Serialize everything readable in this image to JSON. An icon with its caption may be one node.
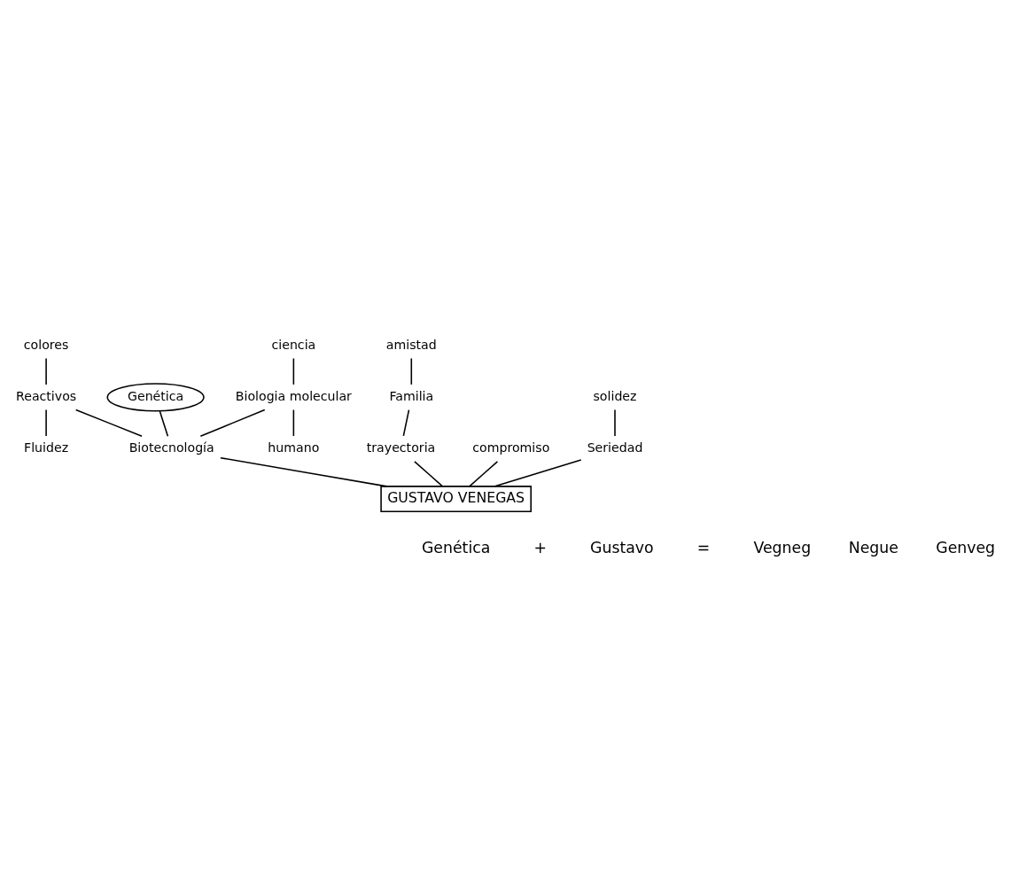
{
  "diagram": {
    "nodes": [
      {
        "text": [
          "colores"
        ]
      },
      {
        "text": [
          "Reactivos"
        ]
      },
      {
        "text": [
          "Fluidez"
        ]
      },
      {
        "text": [
          "Genética"
        ]
      },
      {
        "text": [
          "ciencia"
        ]
      },
      {
        "text": [
          "Biologia molecular"
        ]
      },
      {
        "text": [
          "humano"
        ]
      },
      {
        "text": [
          "amistad"
        ]
      },
      {
        "text": [
          "Biotecnología"
        ]
      },
      {
        "text": [
          "Familia"
        ]
      },
      {
        "text": [
          "trayectoria"
        ]
      },
      {
        "text": [
          "GUSTAVO VENEGAS"
        ]
      },
      {
        "text": [
          "solidez"
        ]
      },
      {
        "text": [
          "Seriedad"
        ]
      },
      {
        "text": [
          "compromiso"
        ]
      }
    ],
    "edges": [
      {
        "from": 0,
        "to": 1,
        "arrow": "none"
      },
      {
        "from": 1,
        "to": 2,
        "arrow": "none"
      },
      {
        "from": 1,
        "to": 8,
        "arrow": "none"
      },
      {
        "from": 3,
        "to": 8,
        "arrow": "none"
      },
      {
        "from": 4,
        "to": 5,
        "arrow": "none"
      },
      {
        "from": 5,
        "to": 8,
        "arrow": "none"
      },
      {
        "from": 5,
        "to": 6,
        "arrow": "none"
      },
      {
        "from": 7,
        "to": 9,
        "arrow": "none"
      },
      {
        "from": 9,
        "to": 10,
        "arrow": "none"
      },
      {
        "from": 10,
        "to": 11,
        "arrow": "none"
      },
      {
        "from": 8,
        "to": 11,
        "arrow": "none"
      },
      {
        "from": 12,
        "to": 13,
        "arrow": "none"
      },
      {
        "from": 13,
        "to": 11,
        "arrow": "none"
      },
      {
        "from": 14,
        "to": 11,
        "arrow": "none"
      }
    ],
    "labels": [
      "Genética",
      "+",
      "Gustavo",
      "=",
      "Vegneg",
      "Negue",
      "Genveg"
    ]
  }
}
